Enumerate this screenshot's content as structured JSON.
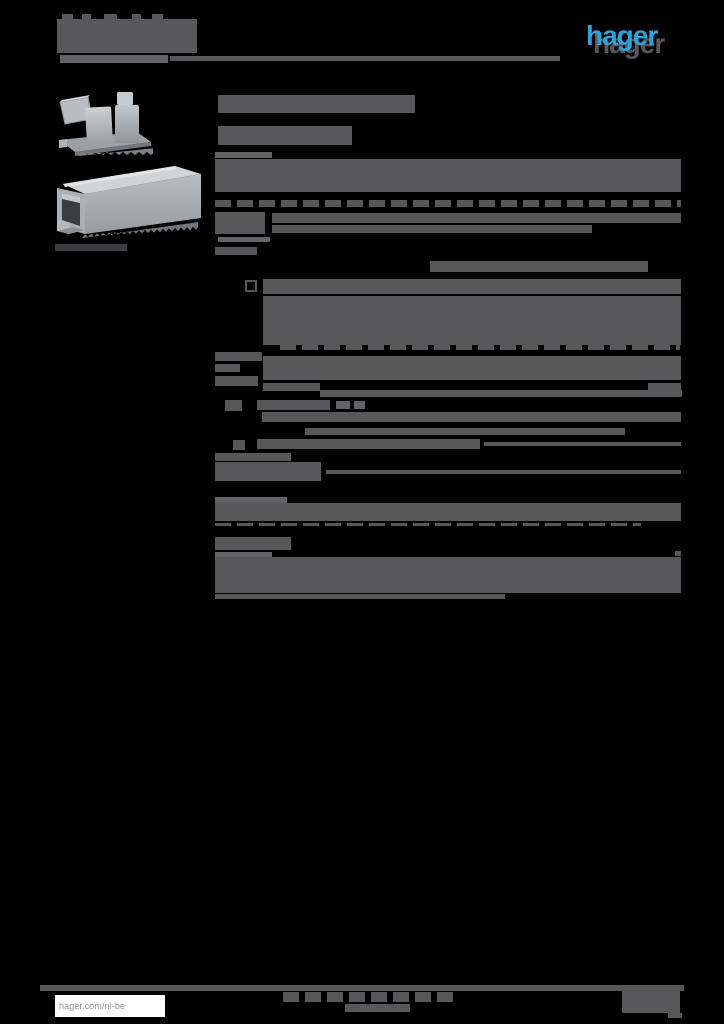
{
  "header": {
    "logo_text": "hager"
  },
  "footer": {
    "website": "hager.com/nl-be"
  },
  "images": {
    "top_product": "mounting-bracket-3d-render",
    "bottom_product": "cable-trunking-3d-render"
  },
  "colors": {
    "page_background": "#000000",
    "redaction_gray": "#58585a",
    "logo_blue": "#27a5df",
    "logo_shadow_gray": "#58585a",
    "footer_box_bg": "#ffffff",
    "footer_text": "#8f8f8f",
    "product_render_light": "#d0d4d7",
    "product_render_mid": "#a9aeb3",
    "product_render_dark": "#70767b"
  }
}
